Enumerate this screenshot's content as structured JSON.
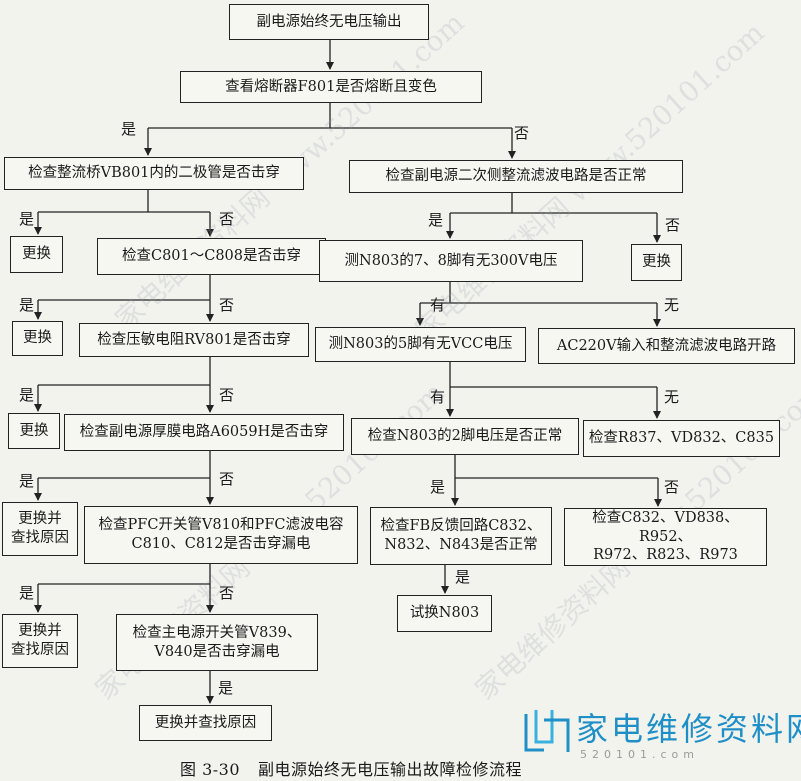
{
  "boxes": {
    "b1": "副电源始终无电压输出",
    "b2": "查看熔断器F801是否熔断且变色",
    "b3": "检查整流桥VB801内的二极管是否击穿",
    "b4": "检查副电源二次侧整流滤波电路是否正常",
    "b5": "更换",
    "b6": "检查C801～C808是否击穿",
    "b7": "测N803的7、8脚有无300V电压",
    "b8": "更换",
    "b9": "更换",
    "b10": "检查压敏电阻RV801是否击穿",
    "b11": "测N803的5脚有无VCC电压",
    "b12": "AC220V输入和整流滤波电路开路",
    "b13": "更换",
    "b14": "检查副电源厚膜电路A6059H是否击穿",
    "b15": "检查N803的2脚电压是否正常",
    "b16": "检查R837、VD832、C835",
    "b17": "更换并\n查找原因",
    "b18": "检查PFC开关管V810和PFC滤波电容\nC810、C812是否击穿漏电",
    "b19": "检查FB反馈回路C832、\nN832、N843是否正常",
    "b20": "检查C832、VD838、R952、\nR972、R823、R973",
    "b21": "试换N803",
    "b22": "更换并\n查找原因",
    "b23": "检查主电源开关管V839、\nV840是否击穿漏电",
    "b24": "更换并查找原因"
  },
  "labels": {
    "l1": "是",
    "l2": "否",
    "l3": "是",
    "l4": "否",
    "l5": "是",
    "l6": "否",
    "l7": "是",
    "l8": "否",
    "l9": "有",
    "l10": "无",
    "l11": "是",
    "l12": "否",
    "l13": "有",
    "l14": "无",
    "l15": "是",
    "l16": "否",
    "l17": "是",
    "l18": "否",
    "l19": "是",
    "l20": "是",
    "l21": "否",
    "l22": "是"
  },
  "caption": {
    "figure": "图 3-30",
    "title": "副电源始终无电压输出故障检修流程"
  },
  "logo": {
    "text": "家电维修资料网",
    "url": "520101.com"
  },
  "watermark": "家电维修资料网 www.520101.com"
}
